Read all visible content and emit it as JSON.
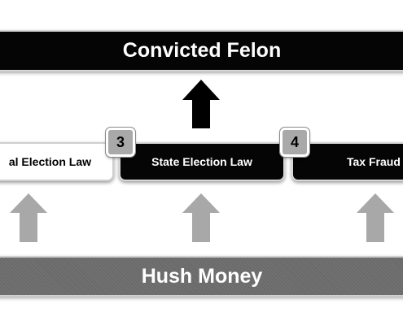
{
  "diagram": {
    "top_node": {
      "label": "Convicted Felon"
    },
    "middle_nodes": [
      {
        "label": "Federal Election Law",
        "visible_label": "al Election Law",
        "badge": ""
      },
      {
        "label": "State Election Law",
        "badge": "3"
      },
      {
        "label": "Tax Fraud",
        "visible_label": "Tax Fraud",
        "badge": "4"
      }
    ],
    "bottom_node": {
      "label": "Hush Money"
    },
    "colors": {
      "top_fill": "#050505",
      "bottom_fill": "#6e6e6e",
      "black_arrow": "#000000",
      "gray_arrow": "#a8a8a8",
      "badge_fill": "#a9a9a9"
    },
    "icons": {
      "main_arrow": "arrow-up-icon",
      "support_arrows": "arrow-up-icon"
    }
  }
}
